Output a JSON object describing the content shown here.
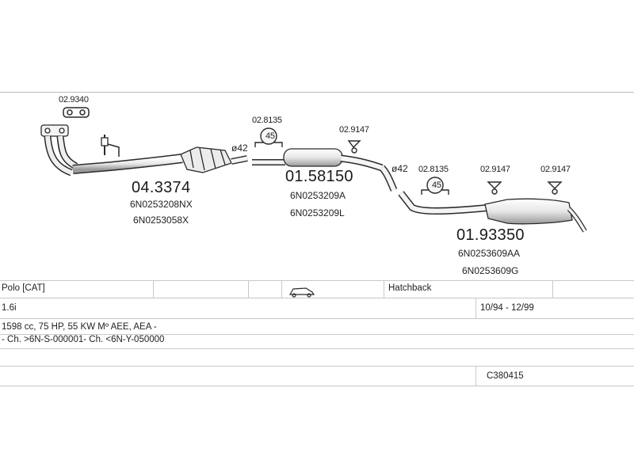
{
  "parts": {
    "downpipe": {
      "number": "04.3374",
      "oem1": "6N0253208NX",
      "oem2": "6N0253058X"
    },
    "middle": {
      "number": "01.58150",
      "oem1": "6N0253209A",
      "oem2": "6N0253209L"
    },
    "rear": {
      "number": "01.93350",
      "oem1": "6N0253609AA",
      "oem2": "6N0253609G"
    }
  },
  "fittings": {
    "gasket_front": "02.9340",
    "clamp_front": "02.8135",
    "clamp_front_size": "45",
    "hanger_mid": "02.9147",
    "clamp_rear": "02.8135",
    "clamp_rear_size": "45",
    "hanger_rear1": "02.9147",
    "hanger_rear2": "02.9147",
    "diameter_front": "ø42",
    "diameter_rear": "ø42"
  },
  "vehicle": {
    "model": "Polo  [CAT]",
    "body": "Hatchback",
    "engine": "1.6i",
    "years": "10/94 - 12/99",
    "specs": "1598 cc, 75 HP, 55 KW Mº AEE, AEA -",
    "chassis": "- Ch. >6N-S-000001- Ch. <6N-Y-050000",
    "ref": "C380415"
  },
  "colors": {
    "line": "#2a2a2a",
    "fill": "#f2f2f2",
    "shade": "#cfcfcf",
    "grid": "#c8c8c8"
  }
}
